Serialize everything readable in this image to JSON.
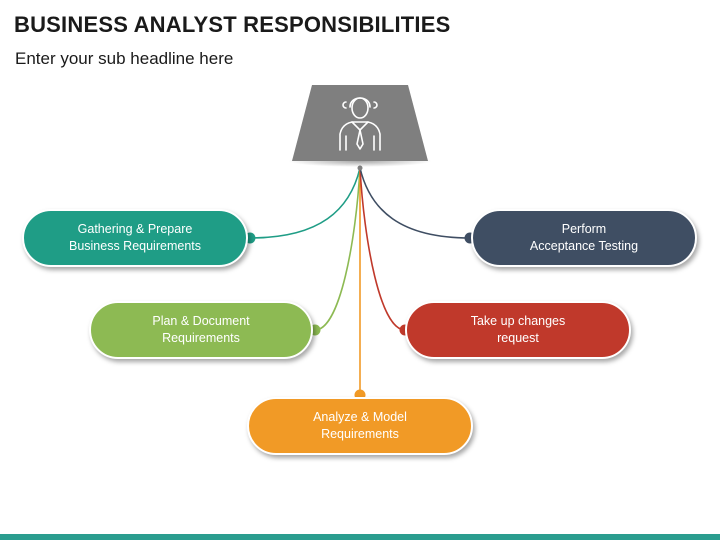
{
  "header": {
    "title": "BUSINESS ANALYST RESPONSIBILITIES",
    "subtitle": "Enter your sub headline here"
  },
  "hub": {
    "icon": "business-analyst-person-icon"
  },
  "nodes": [
    {
      "id": "gathering",
      "line1": "Gathering & Prepare",
      "line2": "Business Requirements",
      "color": "#1f9d86"
    },
    {
      "id": "plan",
      "line1": "Plan & Document",
      "line2": "Requirements",
      "color": "#8dba53"
    },
    {
      "id": "analyze",
      "line1": "Analyze & Model",
      "line2": "Requirements",
      "color": "#f19a26"
    },
    {
      "id": "take-up",
      "line1": "Take up changes",
      "line2": "request",
      "color": "#c0392b"
    },
    {
      "id": "perform",
      "line1": "Perform",
      "line2": "Acceptance Testing",
      "color": "#3f4e63"
    }
  ],
  "colors": {
    "hub": "#7f7f7f",
    "accent_bar": "#2a9d8f"
  }
}
